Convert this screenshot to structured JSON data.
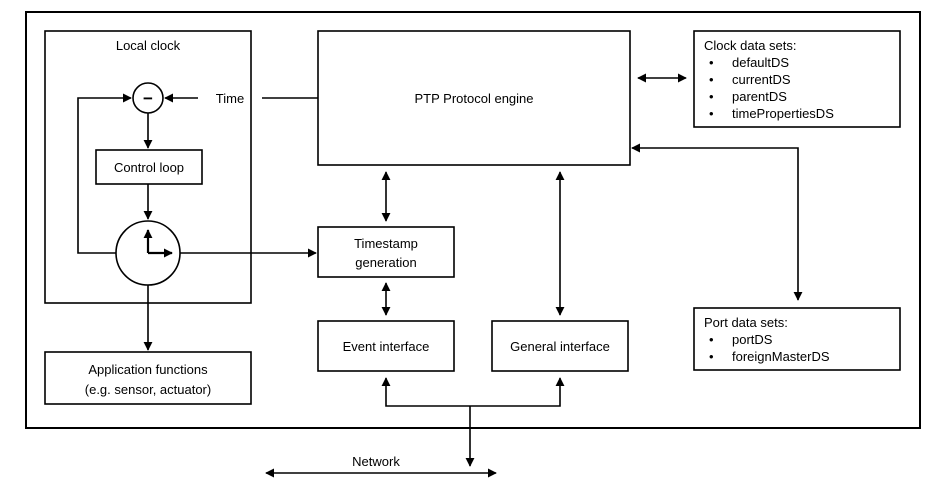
{
  "local_clock": {
    "title": "Local clock",
    "comparator_symbol": "−",
    "control_loop": "Control loop"
  },
  "time_label": "Time",
  "protocol_engine": "PTP Protocol engine",
  "clock_data_sets": {
    "title": "Clock data sets:",
    "items": [
      "defaultDS",
      "currentDS",
      "parentDS",
      "timePropertiesDS"
    ]
  },
  "port_data_sets": {
    "title": "Port data sets:",
    "items": [
      "portDS",
      "foreignMasterDS"
    ]
  },
  "timestamp": {
    "line1": "Timestamp",
    "line2": "generation"
  },
  "event_interface": "Event interface",
  "general_interface": "General interface",
  "application": {
    "line1": "Application functions",
    "line2": "(e.g. sensor, actuator)"
  },
  "network": "Network",
  "bullet": "•"
}
